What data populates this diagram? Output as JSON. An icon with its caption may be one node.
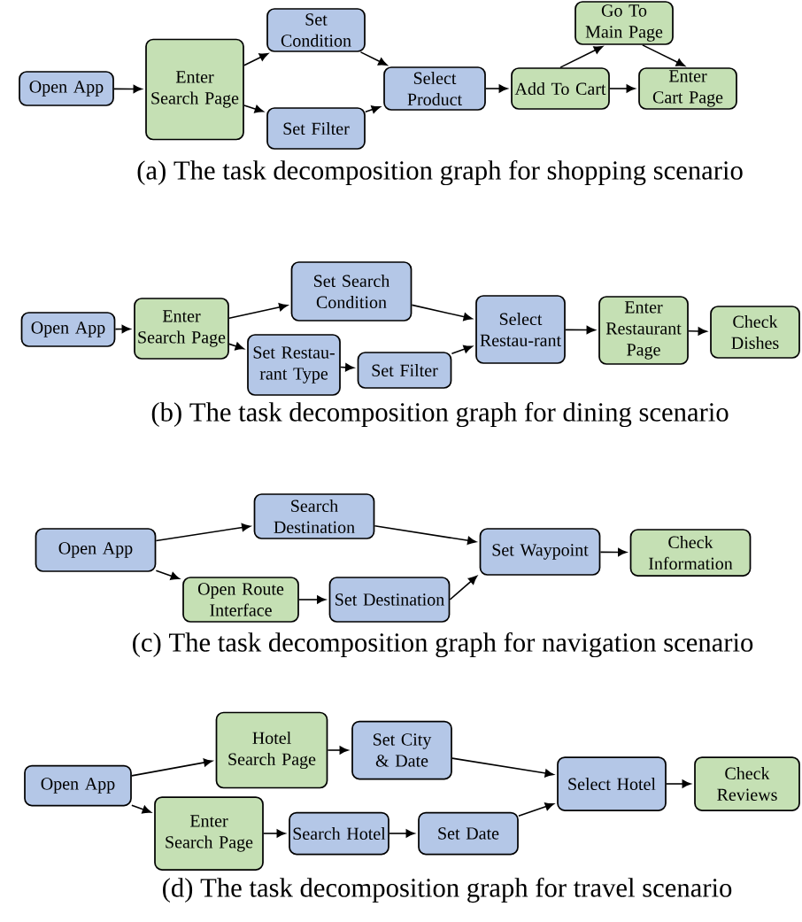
{
  "diagram": {
    "nodes": [
      {
        "text": [
          "Open App"
        ]
      },
      {
        "text": [
          "Enter Search Page"
        ]
      },
      {
        "text": [
          "Set Condition"
        ]
      },
      {
        "text": [
          "Set Filter"
        ]
      },
      {
        "text": [
          "Select Product"
        ]
      },
      {
        "text": [
          "Add To Cart"
        ]
      },
      {
        "text": [
          "Go To Main Page"
        ]
      },
      {
        "text": [
          "Enter Cart Page"
        ]
      },
      {
        "text": [
          "Open App"
        ]
      },
      {
        "text": [
          "Enter Search Page"
        ]
      },
      {
        "text": [
          "Set Search Condition"
        ]
      },
      {
        "text": [
          "Set Restau-rant Type"
        ]
      },
      {
        "text": [
          "Set Filter"
        ]
      },
      {
        "text": [
          "Select Restau-rant"
        ]
      },
      {
        "text": [
          "Enter Restaurant Page"
        ]
      },
      {
        "text": [
          "Check Dishes"
        ]
      },
      {
        "text": [
          "Open App"
        ]
      },
      {
        "text": [
          "Search Destination"
        ]
      },
      {
        "text": [
          "Open Route Interface"
        ]
      },
      {
        "text": [
          "Set Destination"
        ]
      },
      {
        "text": [
          "Set Waypoint"
        ]
      },
      {
        "text": [
          "Check Information"
        ]
      },
      {
        "text": [
          "Open App"
        ]
      },
      {
        "text": [
          "Hotel Search Page"
        ]
      },
      {
        "text": [
          "Set City & Date"
        ]
      },
      {
        "text": [
          "Enter Search Page"
        ]
      },
      {
        "text": [
          "Search Hotel"
        ]
      },
      {
        "text": [
          "Set Date"
        ]
      },
      {
        "text": [
          "Select Hotel"
        ]
      },
      {
        "text": [
          "Check Reviews"
        ]
      }
    ],
    "edges": [
      {
        "from": 0,
        "to": 1,
        "arrow": "to"
      },
      {
        "from": 1,
        "to": 2,
        "arrow": "to"
      },
      {
        "from": 1,
        "to": 3,
        "arrow": "to"
      },
      {
        "from": 2,
        "to": 4,
        "arrow": "to"
      },
      {
        "from": 3,
        "to": 4,
        "arrow": "to"
      },
      {
        "from": 4,
        "to": 5,
        "arrow": "to"
      },
      {
        "from": 5,
        "to": 6,
        "arrow": "to"
      },
      {
        "from": 6,
        "to": 7,
        "arrow": "to"
      },
      {
        "from": 5,
        "to": 7,
        "arrow": "to"
      },
      {
        "from": 8,
        "to": 9,
        "arrow": "to"
      },
      {
        "from": 9,
        "to": 10,
        "arrow": "to"
      },
      {
        "from": 9,
        "to": 11,
        "arrow": "to"
      },
      {
        "from": 11,
        "to": 12,
        "arrow": "to"
      },
      {
        "from": 10,
        "to": 13,
        "arrow": "to"
      },
      {
        "from": 12,
        "to": 13,
        "arrow": "to"
      },
      {
        "from": 13,
        "to": 14,
        "arrow": "to"
      },
      {
        "from": 14,
        "to": 15,
        "arrow": "to"
      },
      {
        "from": 16,
        "to": 17,
        "arrow": "to"
      },
      {
        "from": 16,
        "to": 18,
        "arrow": "to"
      },
      {
        "from": 18,
        "to": 19,
        "arrow": "to"
      },
      {
        "from": 17,
        "to": 20,
        "arrow": "to"
      },
      {
        "from": 19,
        "to": 20,
        "arrow": "to"
      },
      {
        "from": 20,
        "to": 21,
        "arrow": "to"
      },
      {
        "from": 22,
        "to": 23,
        "arrow": "to"
      },
      {
        "from": 22,
        "to": 25,
        "arrow": "to"
      },
      {
        "from": 23,
        "to": 24,
        "arrow": "to"
      },
      {
        "from": 25,
        "to": 26,
        "arrow": "to"
      },
      {
        "from": 26,
        "to": 27,
        "arrow": "to"
      },
      {
        "from": 24,
        "to": 28,
        "arrow": "to"
      },
      {
        "from": 27,
        "to": 28,
        "arrow": "to"
      },
      {
        "from": 28,
        "to": 29,
        "arrow": "to"
      }
    ],
    "labels": [
      "(a) The task decomposition graph for shopping scenario",
      "(b) The task decomposition graph for dining scenario",
      "(c) The task decomposition graph for navigation scenario",
      "(d) The task decomposition graph for travel scenario"
    ]
  }
}
